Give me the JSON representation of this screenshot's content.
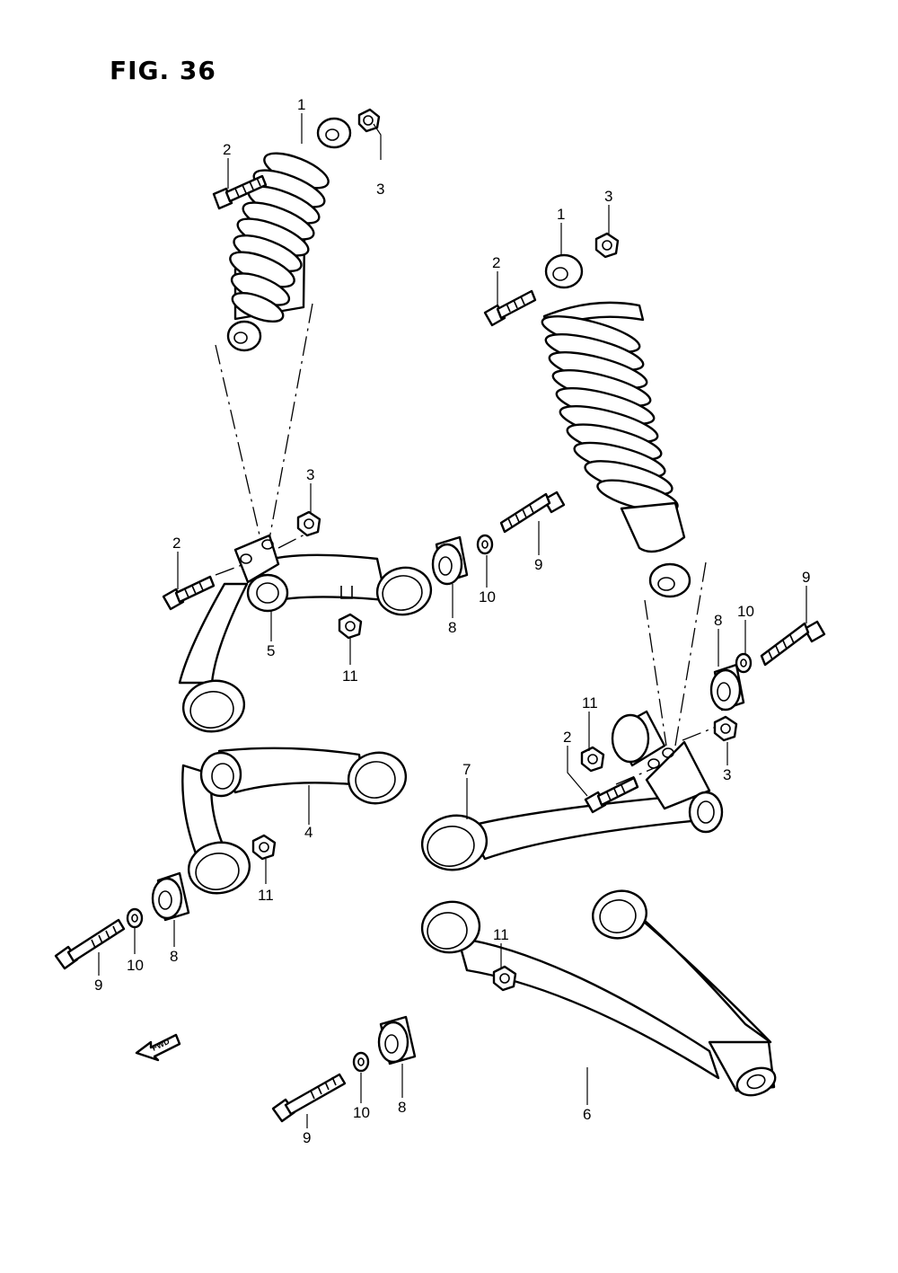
{
  "figure": {
    "title": "FIG. 36"
  },
  "fwd_label": "FWD",
  "callouts": [
    {
      "id": "c1a",
      "text": "1"
    },
    {
      "id": "c2a",
      "text": "2"
    },
    {
      "id": "c3a",
      "text": "3"
    },
    {
      "id": "c1b",
      "text": "1"
    },
    {
      "id": "c2b",
      "text": "2"
    },
    {
      "id": "c3b",
      "text": "3"
    },
    {
      "id": "c3c",
      "text": "3"
    },
    {
      "id": "c2c",
      "text": "2"
    },
    {
      "id": "c5",
      "text": "5"
    },
    {
      "id": "c11a",
      "text": "11"
    },
    {
      "id": "c8a",
      "text": "8"
    },
    {
      "id": "c10a",
      "text": "10"
    },
    {
      "id": "c9a",
      "text": "9"
    },
    {
      "id": "c9b",
      "text": "9"
    },
    {
      "id": "c10b",
      "text": "10"
    },
    {
      "id": "c8b",
      "text": "8"
    },
    {
      "id": "c11b",
      "text": "11"
    },
    {
      "id": "c2d",
      "text": "2"
    },
    {
      "id": "c3d",
      "text": "3"
    },
    {
      "id": "c7",
      "text": "7"
    },
    {
      "id": "c4",
      "text": "4"
    },
    {
      "id": "c11c",
      "text": "11"
    },
    {
      "id": "c8c",
      "text": "8"
    },
    {
      "id": "c10c",
      "text": "10"
    },
    {
      "id": "c9c",
      "text": "9"
    },
    {
      "id": "c11d",
      "text": "11"
    },
    {
      "id": "c8d",
      "text": "8"
    },
    {
      "id": "c10d",
      "text": "10"
    },
    {
      "id": "c9d",
      "text": "9"
    },
    {
      "id": "c6",
      "text": "6"
    }
  ]
}
